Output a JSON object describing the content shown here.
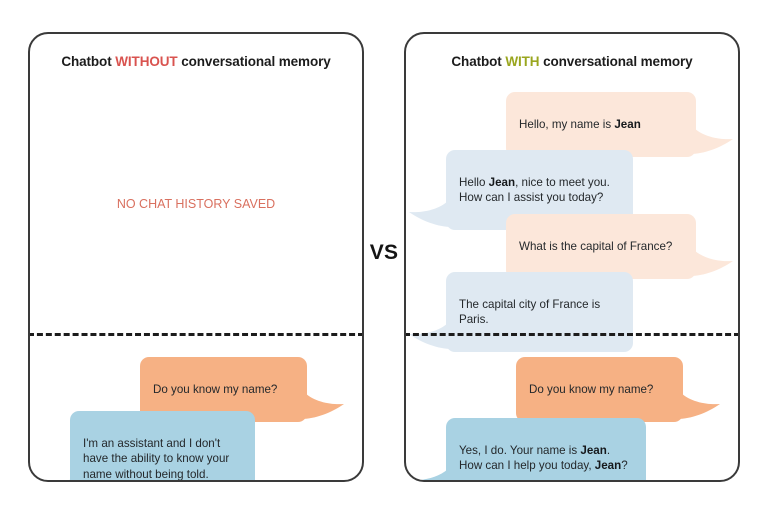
{
  "vs_label": "VS",
  "colors": {
    "accent_without": "#d9534f",
    "accent_with": "#9aa61f",
    "bubble_user_light": "#fce7da",
    "bubble_user_strong": "#f6b184",
    "bubble_bot_light": "#dfe9f2",
    "bubble_bot_strong": "#a9d2e3",
    "panel_border": "#3a3a3a",
    "no_history_text": "#d9705f"
  },
  "panels": [
    {
      "id": "without-memory",
      "title": {
        "prefix": "Chatbot ",
        "highlight": "WITHOUT",
        "suffix": " conversational memory"
      },
      "no_history_text": "NO CHAT HISTORY SAVED",
      "top_messages": [],
      "bottom_messages": [
        {
          "role": "user",
          "text": "Do you know my name?"
        },
        {
          "role": "bot",
          "text": "I'm an assistant and I don't\nhave the ability to know your\nname without being told."
        }
      ]
    },
    {
      "id": "with-memory",
      "title": {
        "prefix": "Chatbot ",
        "highlight": "WITH",
        "suffix": " conversational memory"
      },
      "no_history_text": "",
      "top_messages": [
        {
          "role": "user",
          "text": "Hello, my name is ",
          "bold": "Jean",
          "tail": ""
        },
        {
          "role": "bot",
          "text": "Hello ",
          "bold": "Jean",
          "tail": ", nice to meet you.\nHow can I assist you today?"
        },
        {
          "role": "user",
          "text": "What is the capital of France?"
        },
        {
          "role": "bot",
          "text": "The capital city of France is\nParis."
        }
      ],
      "bottom_messages": [
        {
          "role": "user",
          "text": "Do you know my name?"
        },
        {
          "role": "bot",
          "text": "Yes, I do. Your name is ",
          "bold": "Jean",
          "tail": ".\nHow can I help you today, ",
          "bold2": "Jean",
          "tail2": "?"
        }
      ]
    }
  ]
}
